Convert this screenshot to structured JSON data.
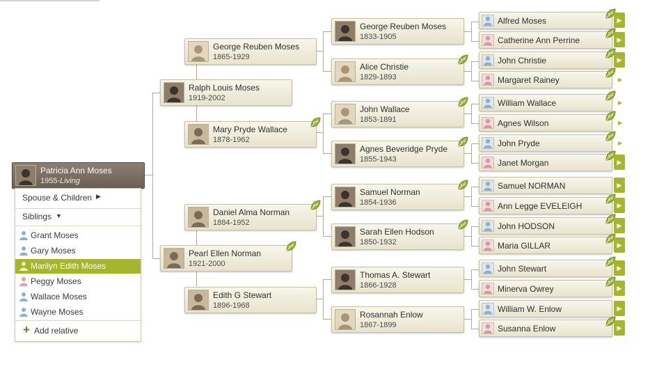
{
  "root": {
    "name": "Patricia Ann Moses",
    "birth": "1955-",
    "status": "Living"
  },
  "gen1": [
    {
      "name": "Ralph Louis Moses",
      "dates": "1919-2002"
    },
    {
      "name": "Pearl Ellen Norman",
      "dates": "1921-2000"
    }
  ],
  "gen2": [
    {
      "name": "George Reuben Moses",
      "dates": "1865-1929"
    },
    {
      "name": "Mary Pryde Wallace",
      "dates": "1878-1962"
    },
    {
      "name": "Daniel Alma Norman",
      "dates": "1884-1952"
    },
    {
      "name": "Edith G Stewart",
      "dates": "1896-1968"
    }
  ],
  "gen3": [
    {
      "name": "George Reuben Moses",
      "dates": "1833-1905"
    },
    {
      "name": "Alice Christie",
      "dates": "1829-1893"
    },
    {
      "name": "John Wallace",
      "dates": "1853-1891"
    },
    {
      "name": "Agnes Beveridge Pryde",
      "dates": "1855-1943"
    },
    {
      "name": "Samuel Norman",
      "dates": "1854-1936"
    },
    {
      "name": "Sarah Ellen Hodson",
      "dates": "1850-1932"
    },
    {
      "name": "Thomas A. Stewart",
      "dates": "1866-1928"
    },
    {
      "name": "Rosannah Enlow",
      "dates": "1867-1899"
    }
  ],
  "gen4": [
    {
      "name": "Alfred Moses"
    },
    {
      "name": "Catherine Ann Perrine"
    },
    {
      "name": "John Christie"
    },
    {
      "name": "Margaret Rainey"
    },
    {
      "name": "William Wallace"
    },
    {
      "name": "Agnes Wilson"
    },
    {
      "name": "John Pryde"
    },
    {
      "name": "Janet Morgan"
    },
    {
      "name": "Samuel NORMAN"
    },
    {
      "name": "Ann Legge EVELEIGH"
    },
    {
      "name": "John HODSON"
    },
    {
      "name": "Maria GILLAR"
    },
    {
      "name": "John Stewart"
    },
    {
      "name": "Minerva Owrey"
    },
    {
      "name": "William W. Enlow"
    },
    {
      "name": "Susanna Enlow"
    }
  ],
  "panel": {
    "spouse_label": "Spouse & Children",
    "siblings_label": "Siblings",
    "siblings": [
      "Grant Moses",
      "Gary Moses",
      "Marilyn Edith Moses",
      "Peggy Moses",
      "Wallace Moses",
      "Wayne Moses"
    ],
    "selected_sibling": "Marilyn Edith Moses",
    "add_label": "Add relative"
  },
  "colors": {
    "accent": "#a5b52c",
    "root_box": "#7a6d61",
    "connector": "#b0ab98"
  },
  "icons": {
    "hint": "leaf-hint-icon",
    "expand": "expand-arrow-icon",
    "male": "male-silhouette-icon",
    "female": "female-silhouette-icon"
  }
}
